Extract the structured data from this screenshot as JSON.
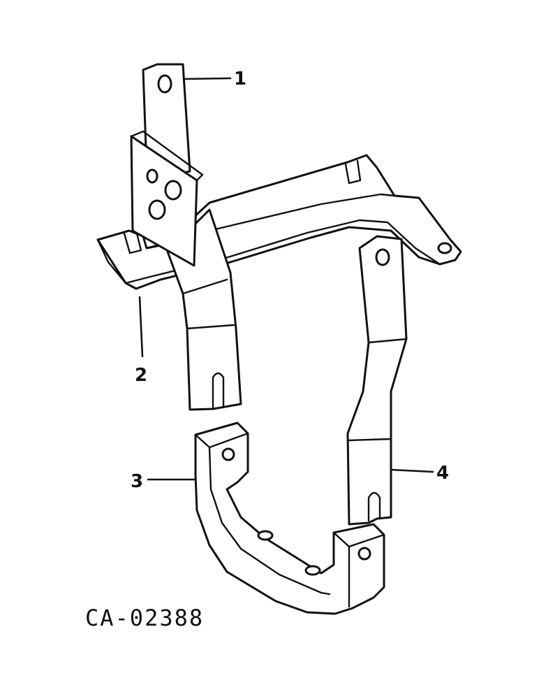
{
  "callouts": [
    {
      "id": "1",
      "label": "1"
    },
    {
      "id": "2",
      "label": "2"
    },
    {
      "id": "3",
      "label": "3"
    },
    {
      "id": "4",
      "label": "4"
    }
  ],
  "drawing_code": "CA-02388"
}
